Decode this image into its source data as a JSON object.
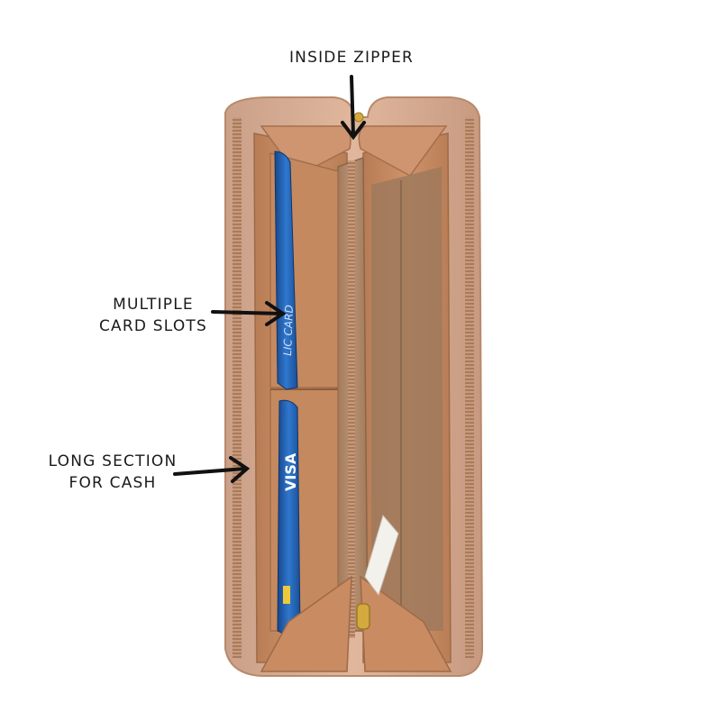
{
  "annotations": {
    "inside_zipper": "INSIDE ZIPPER",
    "card_slots_line1": "MULTIPLE",
    "card_slots_line2": "CARD SLOTS",
    "cash_line1": "LONG SECTION",
    "cash_line2": "FOR CASH"
  },
  "cards": {
    "top_card_text": "LIC CARD",
    "bottom_card_text": "VISA"
  },
  "colors": {
    "background": "#ffffff",
    "wallet_outer": "#d9a98b",
    "wallet_inner": "#c98f68",
    "lining": "#b08a6a",
    "card_blue": "#1f5fb0",
    "zipper_gold": "#d4a940",
    "arrow": "#111111"
  }
}
